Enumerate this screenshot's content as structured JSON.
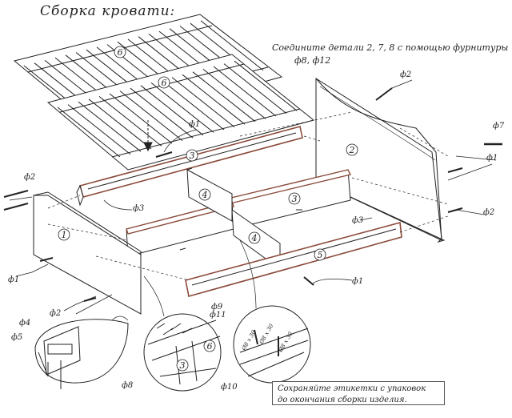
{
  "title": "Сборка кровати:",
  "instruction": {
    "line1": "Соедините детали 2, 7, 8 с помощью фурнитуры",
    "line2": "ф8, ф12"
  },
  "note": {
    "line1": "Сохраняйте этикетки с упаковок",
    "line2": "до окончания сборки изделия."
  },
  "part_numbers": {
    "slats_top": "6",
    "slats_bottom": "6",
    "headboard": "2",
    "footboard": "1",
    "side_top": "3",
    "side_middle": "3",
    "side_bottom": "5",
    "divider_left": "4",
    "divider_right": "4",
    "detail_slat": "6",
    "detail_block": "3"
  },
  "fittings": {
    "f1_top": "ф1",
    "f1_right": "ф1",
    "f1_left": "ф1",
    "f1_bottom": "ф1",
    "f2_left": "ф2",
    "f2_topright": "ф2",
    "f2_right": "ф2",
    "f2_bottom": "ф2",
    "f3_left": "ф3",
    "f3_right": "ф3",
    "f4": "ф4",
    "f5": "ф5",
    "f7": "ф7",
    "f8": "ф8",
    "f9": "ф9",
    "f10": "ф10",
    "f11": "ф11"
  },
  "dim_labels": {
    "d1": "Ø8 x 30",
    "d2": "Ø8 x 30",
    "d3": "Ø8 x 30"
  },
  "colors": {
    "line": "#222222",
    "panel_edge": "#8b4a3a"
  }
}
